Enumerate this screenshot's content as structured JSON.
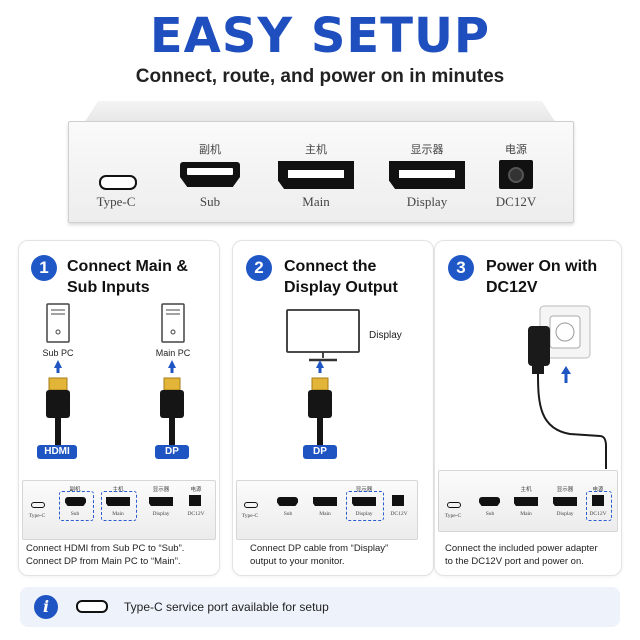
{
  "title": "EASY SETUP",
  "subtitle": "Connect, route, and power on in minutes",
  "device": {
    "ports": [
      {
        "cn": "",
        "en": "Type-C"
      },
      {
        "cn": "副机",
        "en": "Sub"
      },
      {
        "cn": "主机",
        "en": "Main"
      },
      {
        "cn": "显示器",
        "en": "Display"
      },
      {
        "cn": "电源",
        "en": "DC12V"
      }
    ]
  },
  "steps": [
    {
      "number": "1",
      "title_line1": "Connect Main &",
      "title_line2": "Sub Inputs",
      "pc_left": "Sub PC",
      "pc_right": "Main PC",
      "badge_left": "HDMI",
      "badge_right": "DP",
      "caption_line1": "Connect HDMI from Sub PC to “Sub”.",
      "caption_line2": "Connect DP from Main PC to “Main”."
    },
    {
      "number": "2",
      "title_line1": "Connect the",
      "title_line2": "Display Output",
      "monitor_label": "Display",
      "badge": "DP",
      "caption_line1": "Connect DP cable from “Display”",
      "caption_line2": "output to your monitor."
    },
    {
      "number": "3",
      "title_line1": "Power On with",
      "title_line2": "DC12V",
      "caption_line1": "Connect the included power adapter",
      "caption_line2": "to the DC12V port and power on."
    }
  ],
  "info": {
    "icon": "i",
    "text": "Type-C service port available for setup"
  },
  "colors": {
    "accent": "#1f4fbf",
    "badge": "#1f55c3",
    "info_bg": "#eef3fb"
  }
}
